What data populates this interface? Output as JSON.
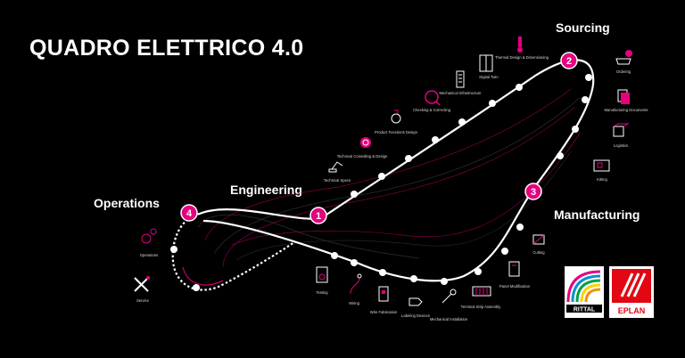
{
  "title": "QUADRO ELETTRICO 4.0",
  "phases": {
    "engineering": {
      "label": "Engineering",
      "number": "1"
    },
    "sourcing": {
      "label": "Sourcing",
      "number": "2"
    },
    "manufacturing": {
      "label": "Manufacturing",
      "number": "3"
    },
    "operations": {
      "label": "Operations",
      "number": "4"
    }
  },
  "steps": {
    "technical_specs": "Technical Specs",
    "technical_consulting": "Technical Consulting & Design",
    "product_functions": "Product Functions Design",
    "checking": "Checking & Correcting",
    "mechanical_infra": "Mechanical Infrastructure",
    "digital_twin": "Digital Twin",
    "thermal_design": "Thermal Design & Dimensioning",
    "ordering": "Ordering",
    "manufacturing_docs": "Manufacturing Documents",
    "logistics": "Logistics",
    "kitting": "Kitting",
    "cutting": "Cutting",
    "panel_modification": "Panel Modification",
    "terminal_strip": "Terminal Strip Assembly",
    "mechanical_installation": "Mechanical Installation",
    "labeling": "Labeling Devices",
    "wire_fabrication": "Wire Fabrication",
    "wiring": "Wiring",
    "testing": "Testing",
    "operations": "Operations",
    "service": "Service"
  },
  "logos": {
    "rittal": "RITTAL",
    "eplan": "EPLAN"
  },
  "colors": {
    "accent": "#e6007e",
    "track": "#ffffff",
    "background": "#000000"
  }
}
